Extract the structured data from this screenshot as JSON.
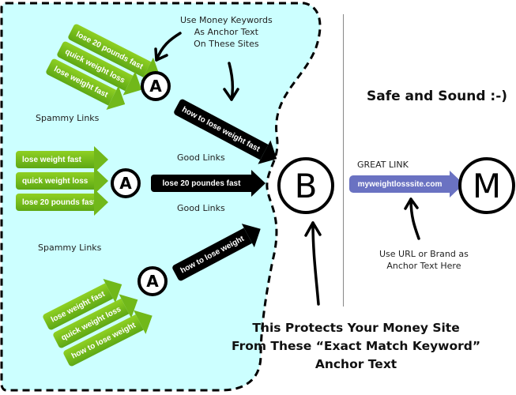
{
  "colors": {
    "protected_zone_fill": "#ccffff",
    "green_arrow": "#71b81a",
    "black_arrow": "#000000",
    "purple_arrow": "#6a72c2"
  },
  "annotations": {
    "use_money_keywords": "Use Money Keywords\nAs Anchor Text\nOn These Sites",
    "spammy_links_top": "Spammy Links",
    "spammy_links_bottom": "Spammy Links",
    "good_links_top": "Good Links",
    "good_links_bottom": "Good Links",
    "safe_and_sound": "Safe and Sound :-)",
    "great_link": "GREAT LINK",
    "use_url_or_brand": "Use URL or Brand as\nAnchor Text Here",
    "protects_money_site": "This Protects Your Money Site\nFrom These “Exact Match Keyword”\nAnchor Text"
  },
  "nodes": {
    "a_top": "A",
    "a_middle": "A",
    "a_bottom": "A",
    "b": "B",
    "m": "M"
  },
  "spammy_arrows": {
    "top": [
      "lose 20 pounds fast",
      "quick weight loss",
      "lose weight fast"
    ],
    "middle": [
      "lose weight fast",
      "quick weight loss",
      "lose 20 pounds fast"
    ],
    "bottom": [
      "lose weight fast",
      "quick weight loss",
      "how to lose weight"
    ]
  },
  "good_arrows": {
    "top": "how to lose weight fast",
    "middle": "lose 20 poundes fast",
    "bottom": "how to lose weight"
  },
  "great_arrow": "myweightlosssite.com"
}
